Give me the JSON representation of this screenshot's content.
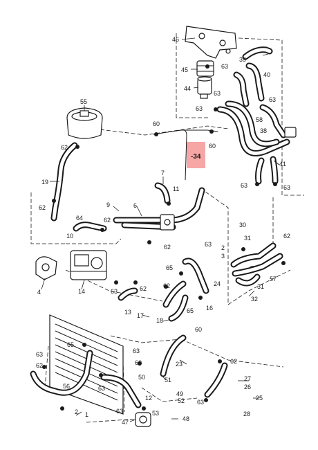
{
  "highlight": {
    "label": "-34",
    "color": "#f7a6a6"
  },
  "callouts": [
    {
      "id": "c46",
      "text": "46"
    },
    {
      "id": "c45",
      "text": "45"
    },
    {
      "id": "c44",
      "text": "44"
    },
    {
      "id": "c63a",
      "text": "63"
    },
    {
      "id": "c39",
      "text": "39"
    },
    {
      "id": "c40",
      "text": "40"
    },
    {
      "id": "c63b",
      "text": "63"
    },
    {
      "id": "c63c",
      "text": "63"
    },
    {
      "id": "c63d",
      "text": "63"
    },
    {
      "id": "c58",
      "text": "58"
    },
    {
      "id": "c55",
      "text": "55"
    },
    {
      "id": "c60a",
      "text": "60"
    },
    {
      "id": "c38",
      "text": "38"
    },
    {
      "id": "c60b",
      "text": "60"
    },
    {
      "id": "c62a",
      "text": "62"
    },
    {
      "id": "c41",
      "text": "41"
    },
    {
      "id": "c19",
      "text": "19"
    },
    {
      "id": "c7",
      "text": "7"
    },
    {
      "id": "c11",
      "text": "11"
    },
    {
      "id": "c63e",
      "text": "63"
    },
    {
      "id": "c63f",
      "text": "63"
    },
    {
      "id": "c62b",
      "text": "62"
    },
    {
      "id": "c9",
      "text": "9"
    },
    {
      "id": "c6",
      "text": "6"
    },
    {
      "id": "c64",
      "text": "64"
    },
    {
      "id": "c62c",
      "text": "62"
    },
    {
      "id": "c10",
      "text": "10"
    },
    {
      "id": "c30",
      "text": "30"
    },
    {
      "id": "c31a",
      "text": "31"
    },
    {
      "id": "c62d",
      "text": "62"
    },
    {
      "id": "c62e",
      "text": "62"
    },
    {
      "id": "c63g",
      "text": "63"
    },
    {
      "id": "c2",
      "text": "2"
    },
    {
      "id": "c3",
      "text": "3"
    },
    {
      "id": "c65a",
      "text": "65"
    },
    {
      "id": "c24",
      "text": "24"
    },
    {
      "id": "c57",
      "text": "57"
    },
    {
      "id": "c31b",
      "text": "31"
    },
    {
      "id": "c4",
      "text": "4"
    },
    {
      "id": "c14",
      "text": "14"
    },
    {
      "id": "c63h",
      "text": "63"
    },
    {
      "id": "c62f",
      "text": "62"
    },
    {
      "id": "c62g",
      "text": "62"
    },
    {
      "id": "c16",
      "text": "16"
    },
    {
      "id": "c32",
      "text": "32"
    },
    {
      "id": "c13",
      "text": "13"
    },
    {
      "id": "c17",
      "text": "17"
    },
    {
      "id": "c65b",
      "text": "65"
    },
    {
      "id": "c18",
      "text": "18"
    },
    {
      "id": "c60c",
      "text": "60"
    },
    {
      "id": "c65c",
      "text": "65"
    },
    {
      "id": "c63i",
      "text": "63"
    },
    {
      "id": "c60d",
      "text": "60"
    },
    {
      "id": "c23",
      "text": "23"
    },
    {
      "id": "c62h",
      "text": "62"
    },
    {
      "id": "c63j",
      "text": "63"
    },
    {
      "id": "c62i",
      "text": "62"
    },
    {
      "id": "c50",
      "text": "50"
    },
    {
      "id": "c27",
      "text": "27"
    },
    {
      "id": "c26",
      "text": "26"
    },
    {
      "id": "c56",
      "text": "56"
    },
    {
      "id": "c63k",
      "text": "63"
    },
    {
      "id": "c51",
      "text": "51"
    },
    {
      "id": "c25",
      "text": "25"
    },
    {
      "id": "c49",
      "text": "49"
    },
    {
      "id": "c12",
      "text": "12"
    },
    {
      "id": "c63l",
      "text": "63"
    },
    {
      "id": "c2b",
      "text": "2"
    },
    {
      "id": "c1",
      "text": "1"
    },
    {
      "id": "c63m",
      "text": "63"
    },
    {
      "id": "c52",
      "text": "52"
    },
    {
      "id": "c53",
      "text": "53"
    },
    {
      "id": "c28",
      "text": "28"
    },
    {
      "id": "c47",
      "text": "47"
    },
    {
      "id": "c48",
      "text": "48"
    }
  ]
}
